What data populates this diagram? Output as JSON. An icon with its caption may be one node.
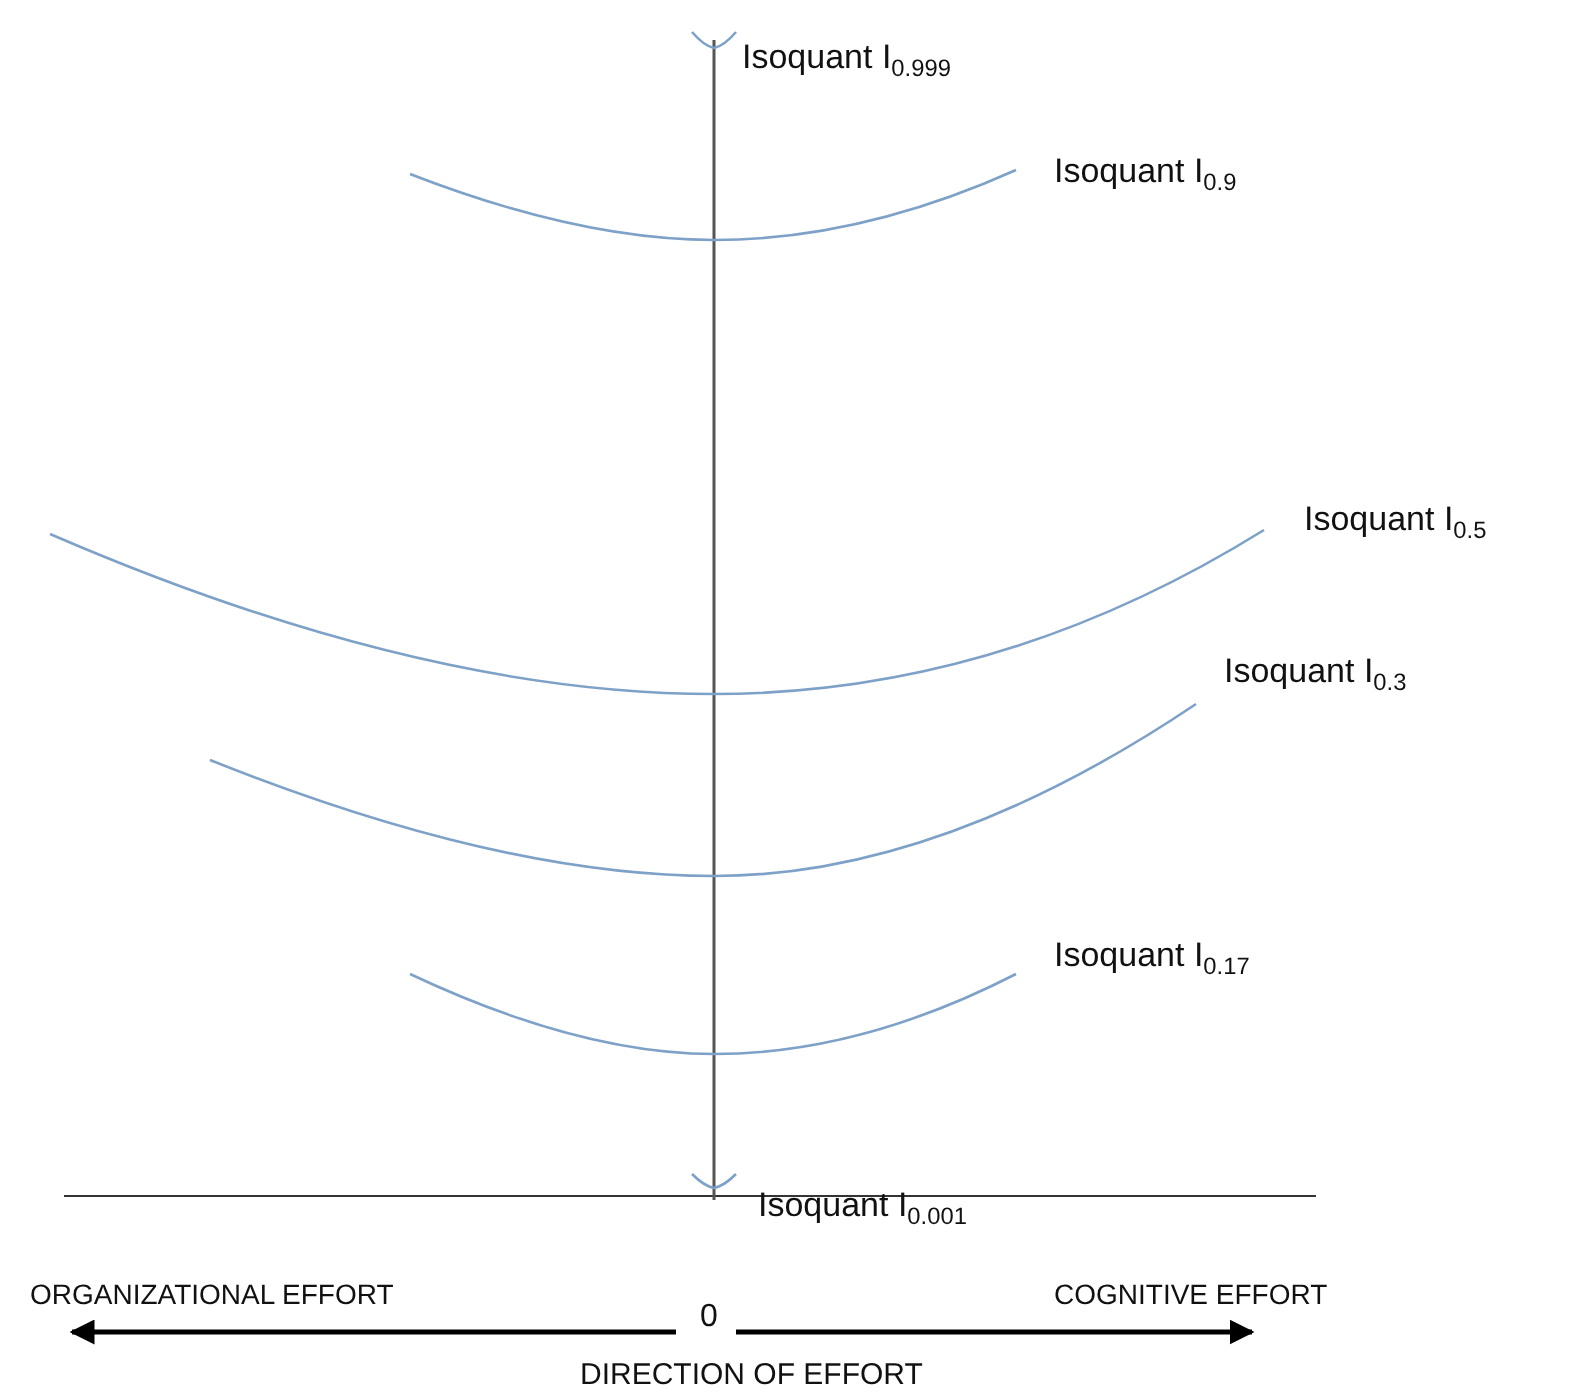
{
  "diagram": {
    "labels": [
      "Isoquant I$_{0.999}$",
      "Isoquant I$_{0.9}$",
      "Isoquant I$_{0.5}$",
      "Isoquant I$_{0.3}$",
      "Isoquant I$_{0.17}$",
      "Isoquant I$_{0.001}$",
      "ORGANIZATIONAL EFFORT",
      "0",
      "COGNITIVE EFFORT",
      "DIRECTION OF EFFORT"
    ]
  }
}
